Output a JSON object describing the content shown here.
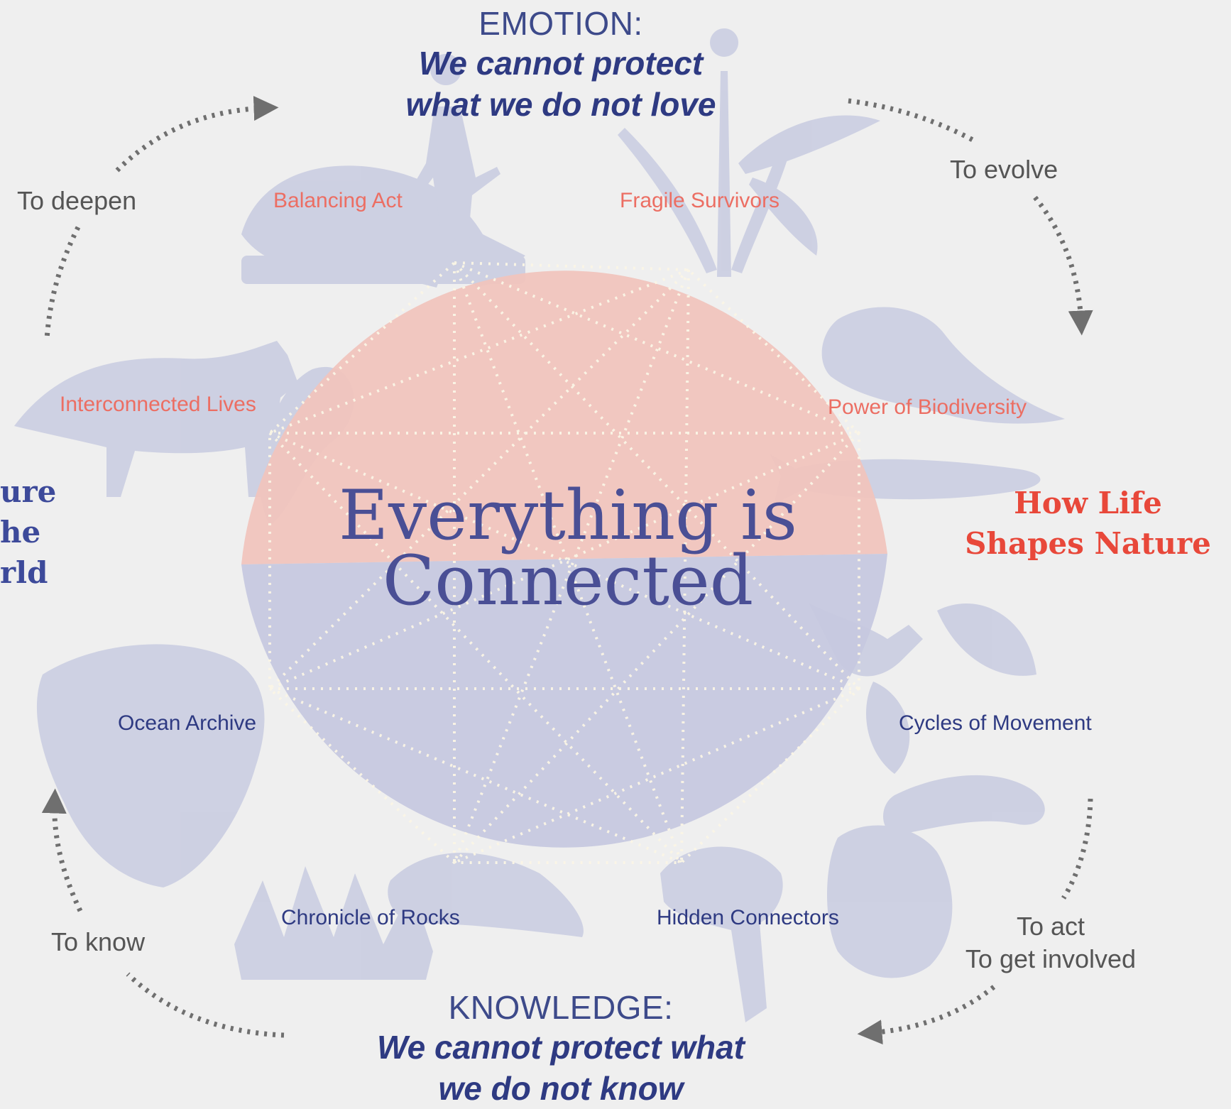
{
  "emotion": {
    "heading": "EMOTION:",
    "quote_line1": "We cannot protect",
    "quote_line2": "what we do not love"
  },
  "knowledge": {
    "heading": "KNOWLEDGE:",
    "quote_line1": "We cannot protect what",
    "quote_line2": "we do not know"
  },
  "center": {
    "title_line1": "Everything is",
    "title_line2": "Connected"
  },
  "cycle_labels": {
    "deepen": "To deepen",
    "evolve": "To evolve",
    "act": "To act",
    "get_involved": "To get involved",
    "know": "To know"
  },
  "sections": {
    "balancing_act": "Balancing Act",
    "fragile_survivors": "Fragile Survivors",
    "interconnected_lives": "Interconnected Lives",
    "power_of_biodiversity": "Power of Biodiversity",
    "ocean_archive": "Ocean Archive",
    "cycles_of_movement": "Cycles of Movement",
    "chronicle_of_rocks": "Chronicle of Rocks",
    "hidden_connectors": "Hidden Connectors"
  },
  "side_titles": {
    "right_line1": "How Life",
    "right_line2": "Shapes Nature",
    "left_line1": "ure",
    "left_line2": "he",
    "left_line3": "rld"
  },
  "colors": {
    "top_half": "#f0c4bd",
    "bottom_half": "#c6c8df",
    "illustration": "#c8cbe0",
    "arrow": "#6f6f6f"
  }
}
